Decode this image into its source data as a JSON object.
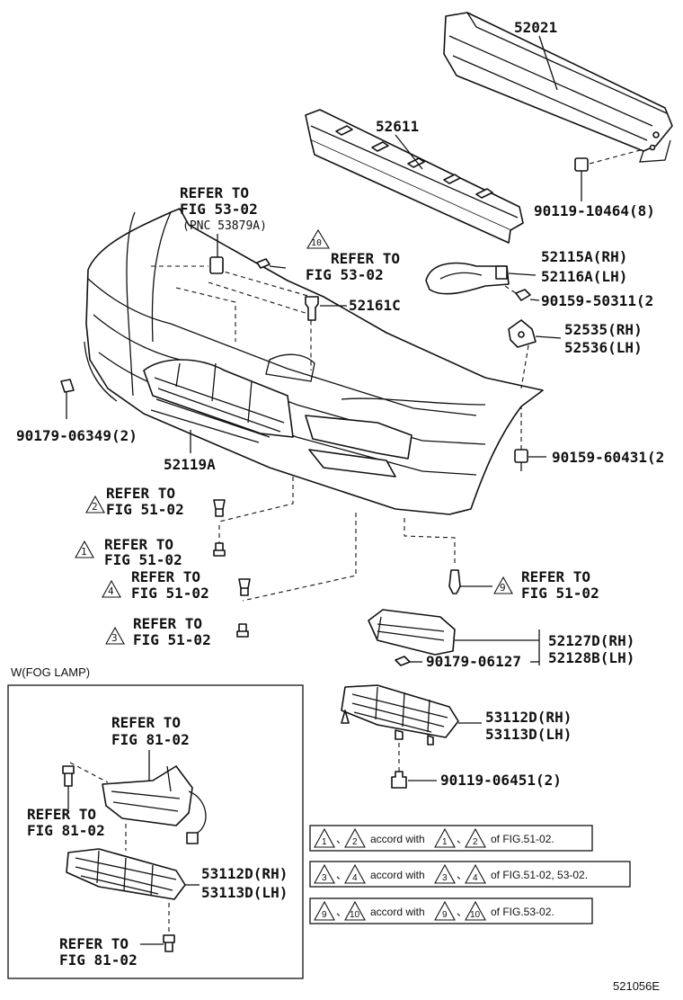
{
  "parts": {
    "p52021": "52021",
    "p52611": "52611",
    "p90119_10464": "90119-10464(8)",
    "ref_top_1": "REFER TO",
    "ref_top_2": "FIG 53-02",
    "ref_top_3": "(PNC 53879A)",
    "ref10_1": "REFER TO",
    "ref10_2": "FIG 53-02",
    "p52161c": "52161C",
    "p52115a": "52115A(RH)",
    "p52116a": "52116A(LH)",
    "p90159_50311": "90159-50311(2",
    "p52535": "52535(RH)",
    "p52536": "52536(LH)",
    "p90179_06349": "90179-06349(2)",
    "p52119a": "52119A",
    "p90159_60431": "90159-60431(2",
    "ref2_1": "REFER TO",
    "ref2_2": "FIG 51-02",
    "ref1_1": "REFER TO",
    "ref1_2": "FIG 51-02",
    "ref4_1": "REFER TO",
    "ref4_2": "FIG 51-02",
    "ref3_1": "REFER TO",
    "ref3_2": "FIG 51-02",
    "ref9_1": "REFER TO",
    "ref9_2": "FIG 51-02",
    "p52127d": "52127D(RH)",
    "p52128b": "52128B(LH)",
    "p90179_06127": "90179-06127",
    "p53112d": "53112D(RH)",
    "p53113d": "53113D(LH)",
    "p90119_06451": "90119-06451(2)"
  },
  "callouts": {
    "n10": "10",
    "n2": "2",
    "n1": "1",
    "n4": "4",
    "n3": "3",
    "n9": "9"
  },
  "fog": {
    "title": "W(FOG LAMP)",
    "ref_a1": "REFER TO",
    "ref_a2": "FIG 81-02",
    "ref_b1": "REFER TO",
    "ref_b2": "FIG 81-02",
    "ref_c1": "REFER TO",
    "ref_c2": "FIG 81-02",
    "p53112d": "53112D(RH)",
    "p53113d": "53113D(LH)"
  },
  "notes": [
    {
      "t1": "1",
      "t2": "2",
      "mid": "accord with",
      "t3": "1",
      "t4": "2",
      "tail": "of FIG.51-02."
    },
    {
      "t1": "3",
      "t2": "4",
      "mid": "accord with",
      "t3": "3",
      "t4": "4",
      "tail": "of FIG.51-02, 53-02."
    },
    {
      "t1": "9",
      "t2": "10",
      "mid": "accord with",
      "t3": "9",
      "t4": "10",
      "tail": "of FIG.53-02."
    }
  ],
  "sep": "、",
  "figure_id": "521056E"
}
